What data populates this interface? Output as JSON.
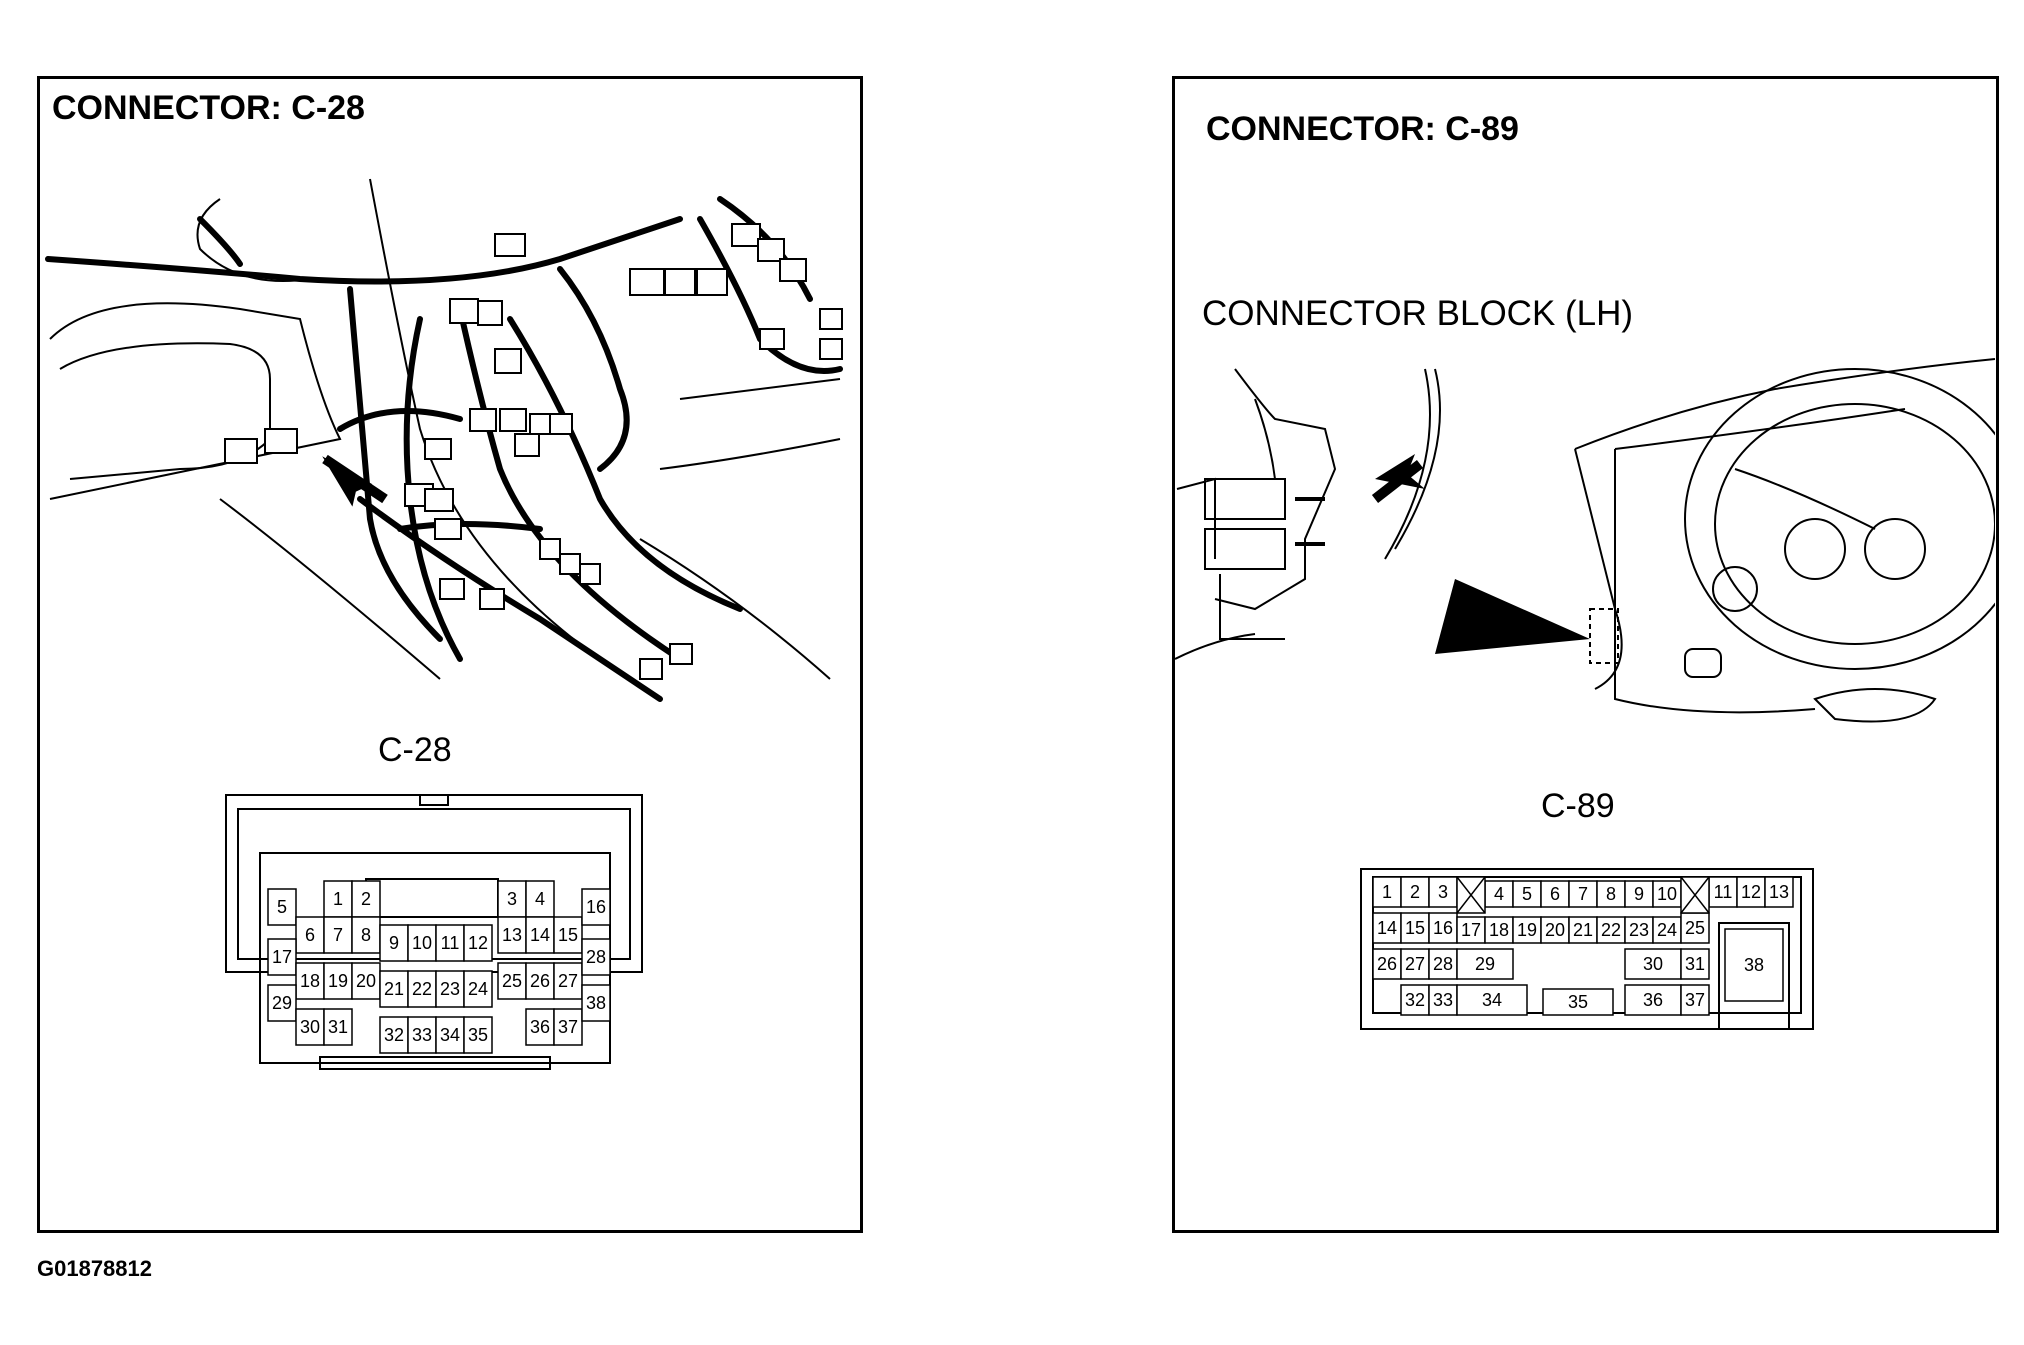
{
  "left_panel": {
    "title": "CONNECTOR: C-28",
    "connector_label": "C-28",
    "pins": [
      {
        "n": "1"
      },
      {
        "n": "2"
      },
      {
        "n": "3"
      },
      {
        "n": "4"
      },
      {
        "n": "5"
      },
      {
        "n": "6"
      },
      {
        "n": "7"
      },
      {
        "n": "8"
      },
      {
        "n": "9"
      },
      {
        "n": "10"
      },
      {
        "n": "11"
      },
      {
        "n": "12"
      },
      {
        "n": "13"
      },
      {
        "n": "14"
      },
      {
        "n": "15"
      },
      {
        "n": "16"
      },
      {
        "n": "17"
      },
      {
        "n": "18"
      },
      {
        "n": "19"
      },
      {
        "n": "20"
      },
      {
        "n": "21"
      },
      {
        "n": "22"
      },
      {
        "n": "23"
      },
      {
        "n": "24"
      },
      {
        "n": "25"
      },
      {
        "n": "26"
      },
      {
        "n": "27"
      },
      {
        "n": "28"
      },
      {
        "n": "29"
      },
      {
        "n": "30"
      },
      {
        "n": "31"
      },
      {
        "n": "32"
      },
      {
        "n": "33"
      },
      {
        "n": "34"
      },
      {
        "n": "35"
      },
      {
        "n": "36"
      },
      {
        "n": "37"
      },
      {
        "n": "38"
      }
    ]
  },
  "right_panel": {
    "title": "CONNECTOR: C-89",
    "callout": "CONNECTOR BLOCK (LH)",
    "connector_label": "C-89",
    "pins": [
      {
        "n": "1"
      },
      {
        "n": "2"
      },
      {
        "n": "3"
      },
      {
        "n": "4"
      },
      {
        "n": "5"
      },
      {
        "n": "6"
      },
      {
        "n": "7"
      },
      {
        "n": "8"
      },
      {
        "n": "9"
      },
      {
        "n": "10"
      },
      {
        "n": "11"
      },
      {
        "n": "12"
      },
      {
        "n": "13"
      },
      {
        "n": "14"
      },
      {
        "n": "15"
      },
      {
        "n": "16"
      },
      {
        "n": "17"
      },
      {
        "n": "18"
      },
      {
        "n": "19"
      },
      {
        "n": "20"
      },
      {
        "n": "21"
      },
      {
        "n": "22"
      },
      {
        "n": "23"
      },
      {
        "n": "24"
      },
      {
        "n": "25"
      },
      {
        "n": "26"
      },
      {
        "n": "27"
      },
      {
        "n": "28"
      },
      {
        "n": "29"
      },
      {
        "n": "30"
      },
      {
        "n": "31"
      },
      {
        "n": "32"
      },
      {
        "n": "33"
      },
      {
        "n": "34"
      },
      {
        "n": "35"
      },
      {
        "n": "36"
      },
      {
        "n": "37"
      },
      {
        "n": "38"
      }
    ]
  },
  "figure_id": "G01878812"
}
